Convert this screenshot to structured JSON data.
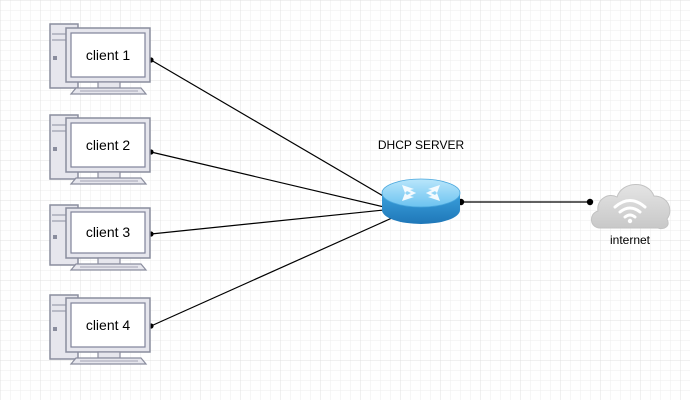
{
  "diagram": {
    "server": {
      "label": "DHCP SERVER"
    },
    "internet": {
      "label": "internet"
    },
    "clients": [
      {
        "label": "client 1"
      },
      {
        "label": "client 2"
      },
      {
        "label": "client 3"
      },
      {
        "label": "client 4"
      }
    ]
  },
  "colors": {
    "grid": "#e9e9e9",
    "computer_fill": "#e6e6ed",
    "computer_stroke": "#8a8d9e",
    "screen_stroke": "#7f829a",
    "router_top": "#8fd3f7",
    "router_side": "#2e8fd0",
    "cloud": "#d6d6d6",
    "wifi": "#ffffff",
    "line": "#000000"
  }
}
